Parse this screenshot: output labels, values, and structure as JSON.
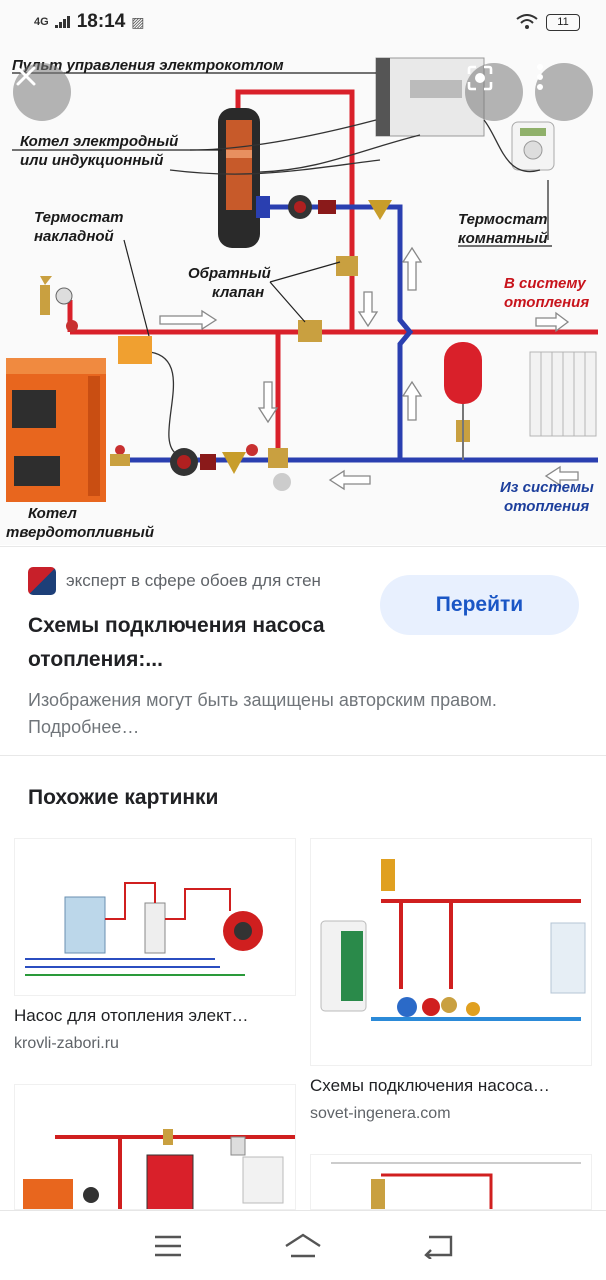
{
  "status_bar": {
    "network": "4G",
    "time": "18:14",
    "battery": "11"
  },
  "diagram": {
    "label_control_panel": "Пульт управления электрокотлом",
    "label_electrode_boiler_1": "Котел электродный",
    "label_electrode_boiler_2": "или индукционный",
    "label_surface_thermostat_1": "Термостат",
    "label_surface_thermostat_2": "накладной",
    "label_check_valve_1": "Обратный",
    "label_check_valve_2": "клапан",
    "label_room_thermostat_1": "Термостат",
    "label_room_thermostat_2": "комнатный",
    "label_to_heating_1": "В систему",
    "label_to_heating_2": "отопления",
    "label_from_heating_1": "Из системы",
    "label_from_heating_2": "отопления",
    "label_solid_boiler_1": "Котел",
    "label_solid_boiler_2": "твердотопливный",
    "colors": {
      "supply": "#d9202a",
      "return": "#2a3fb0"
    }
  },
  "result": {
    "source_name": "эксперт в сфере обоев для стен",
    "go_button": "Перейти",
    "title": "Схемы подключения насоса отопления:...",
    "copyright": "Изображения могут быть защищены авторским правом. Подробнее…"
  },
  "similar": {
    "heading": "Похожие картинки",
    "items": [
      {
        "title": "Насос для отопления элект…",
        "domain": "krovli-zabori.ru"
      },
      {
        "title": "Схемы подключения насоса…",
        "domain": "sovet-ingenera.com"
      },
      {
        "title": "",
        "domain": ""
      },
      {
        "title": "",
        "domain": ""
      }
    ]
  },
  "icons": {
    "close": "close-icon",
    "lens": "lens-icon",
    "more": "more-vert-icon",
    "nav_menu": "menu-icon",
    "nav_home": "home-icon",
    "nav_back": "back-icon"
  }
}
